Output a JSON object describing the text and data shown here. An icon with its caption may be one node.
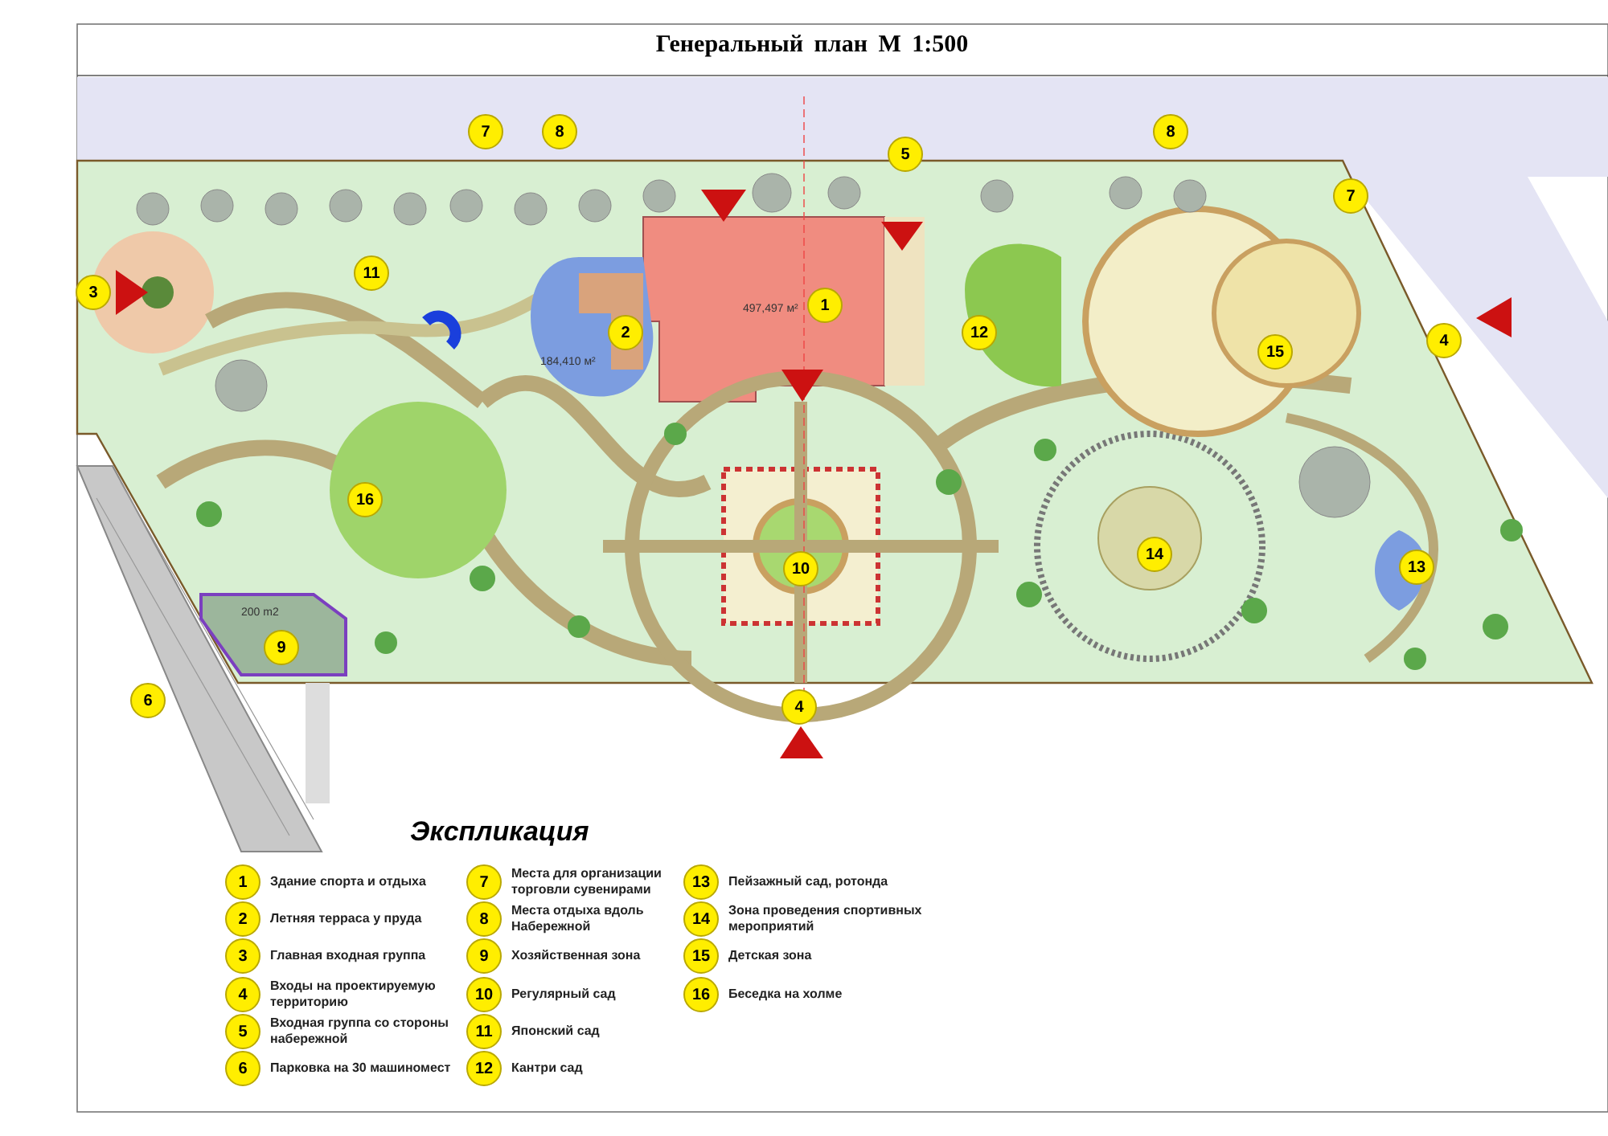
{
  "diagram": {
    "title": "Генеральный план М 1:500",
    "labels": [
      "7",
      "8",
      "5",
      "8",
      "7",
      "11",
      "3",
      "497,497 м²",
      "1",
      "184,410 м²",
      "2",
      "12",
      "4",
      "15",
      "16",
      "10",
      "14",
      "13",
      "200 m2",
      "9",
      "6",
      "4",
      "Экспликация",
      "1",
      "Здание спорта и отдыха",
      "2",
      "Летняя терраса у пруда",
      "3",
      "Главная входная группа",
      "4",
      "Входы на проектируемую территорию",
      "5",
      "Входная группа со стороны набережной",
      "6",
      "Парковка на 30 машиномест",
      "7",
      "Места для организации торговли сувенирами",
      "8",
      "Места отдыха вдоль Набережной",
      "9",
      "Хозяйственная зона",
      "10",
      "Регулярный сад",
      "11",
      "Японский сад",
      "12",
      "Кантри сад",
      "13",
      "Пейзажный сад, ротонда",
      "14",
      "Зона проведения спортивных мероприятий",
      "15",
      "Детская зона",
      "16",
      "Беседка на холме"
    ]
  }
}
